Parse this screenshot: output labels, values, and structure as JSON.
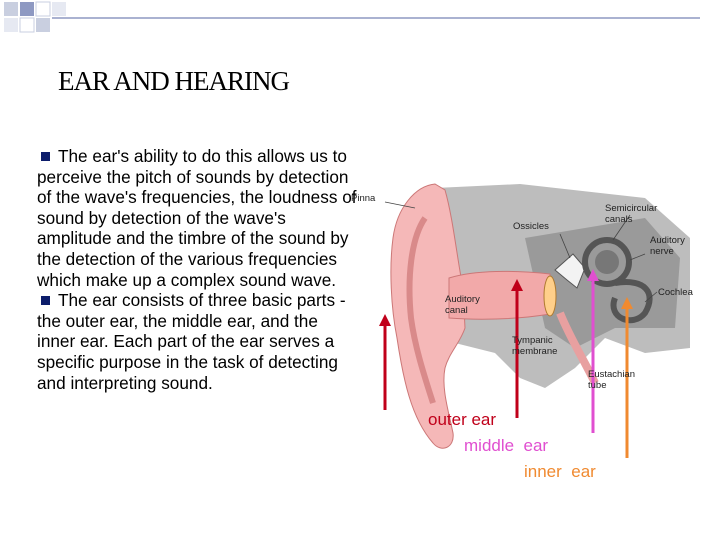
{
  "title": "EAR AND HEARING",
  "paragraphs": [
    "The ear's ability to do this allows us to perceive the pitch of sounds by detection of the wave's frequencies, the loudness of sound by detection of the wave's amplitude and the timbre of the sound by the detection of the various frequencies which make up a complex sound wave.",
    "The ear consists of three basic parts - the outer ear, the middle ear, and the inner ear. Each part of the ear serves a specific purpose in the task of detecting and interpreting sound."
  ],
  "diagram": {
    "labels": {
      "pinna": "Pinna",
      "semicircular": "Semicircular",
      "canals": "canals",
      "ossicles": "Ossicles",
      "auditory_nerve_1": "Auditory",
      "auditory_nerve_2": "nerve",
      "cochlea": "Cochlea",
      "auditory_canal_1": "Auditory",
      "auditory_canal_2": "canal",
      "tympanic_1": "Tympanic",
      "tympanic_2": "membrane",
      "eustachian_1": "Eustachian",
      "eustachian_2": "tube"
    },
    "parts": [
      {
        "label": "outer ear",
        "color": "#c0001a"
      },
      {
        "label": "middle  ear",
        "color": "#e04fd0"
      },
      {
        "label": "inner  ear",
        "color": "#f08a30"
      }
    ]
  },
  "colors": {
    "bullet": "#0c1d6b",
    "outer_arrow": "#c0001a",
    "middle_arrow": "#e04fd0",
    "inner_arrow": "#f08a30"
  }
}
